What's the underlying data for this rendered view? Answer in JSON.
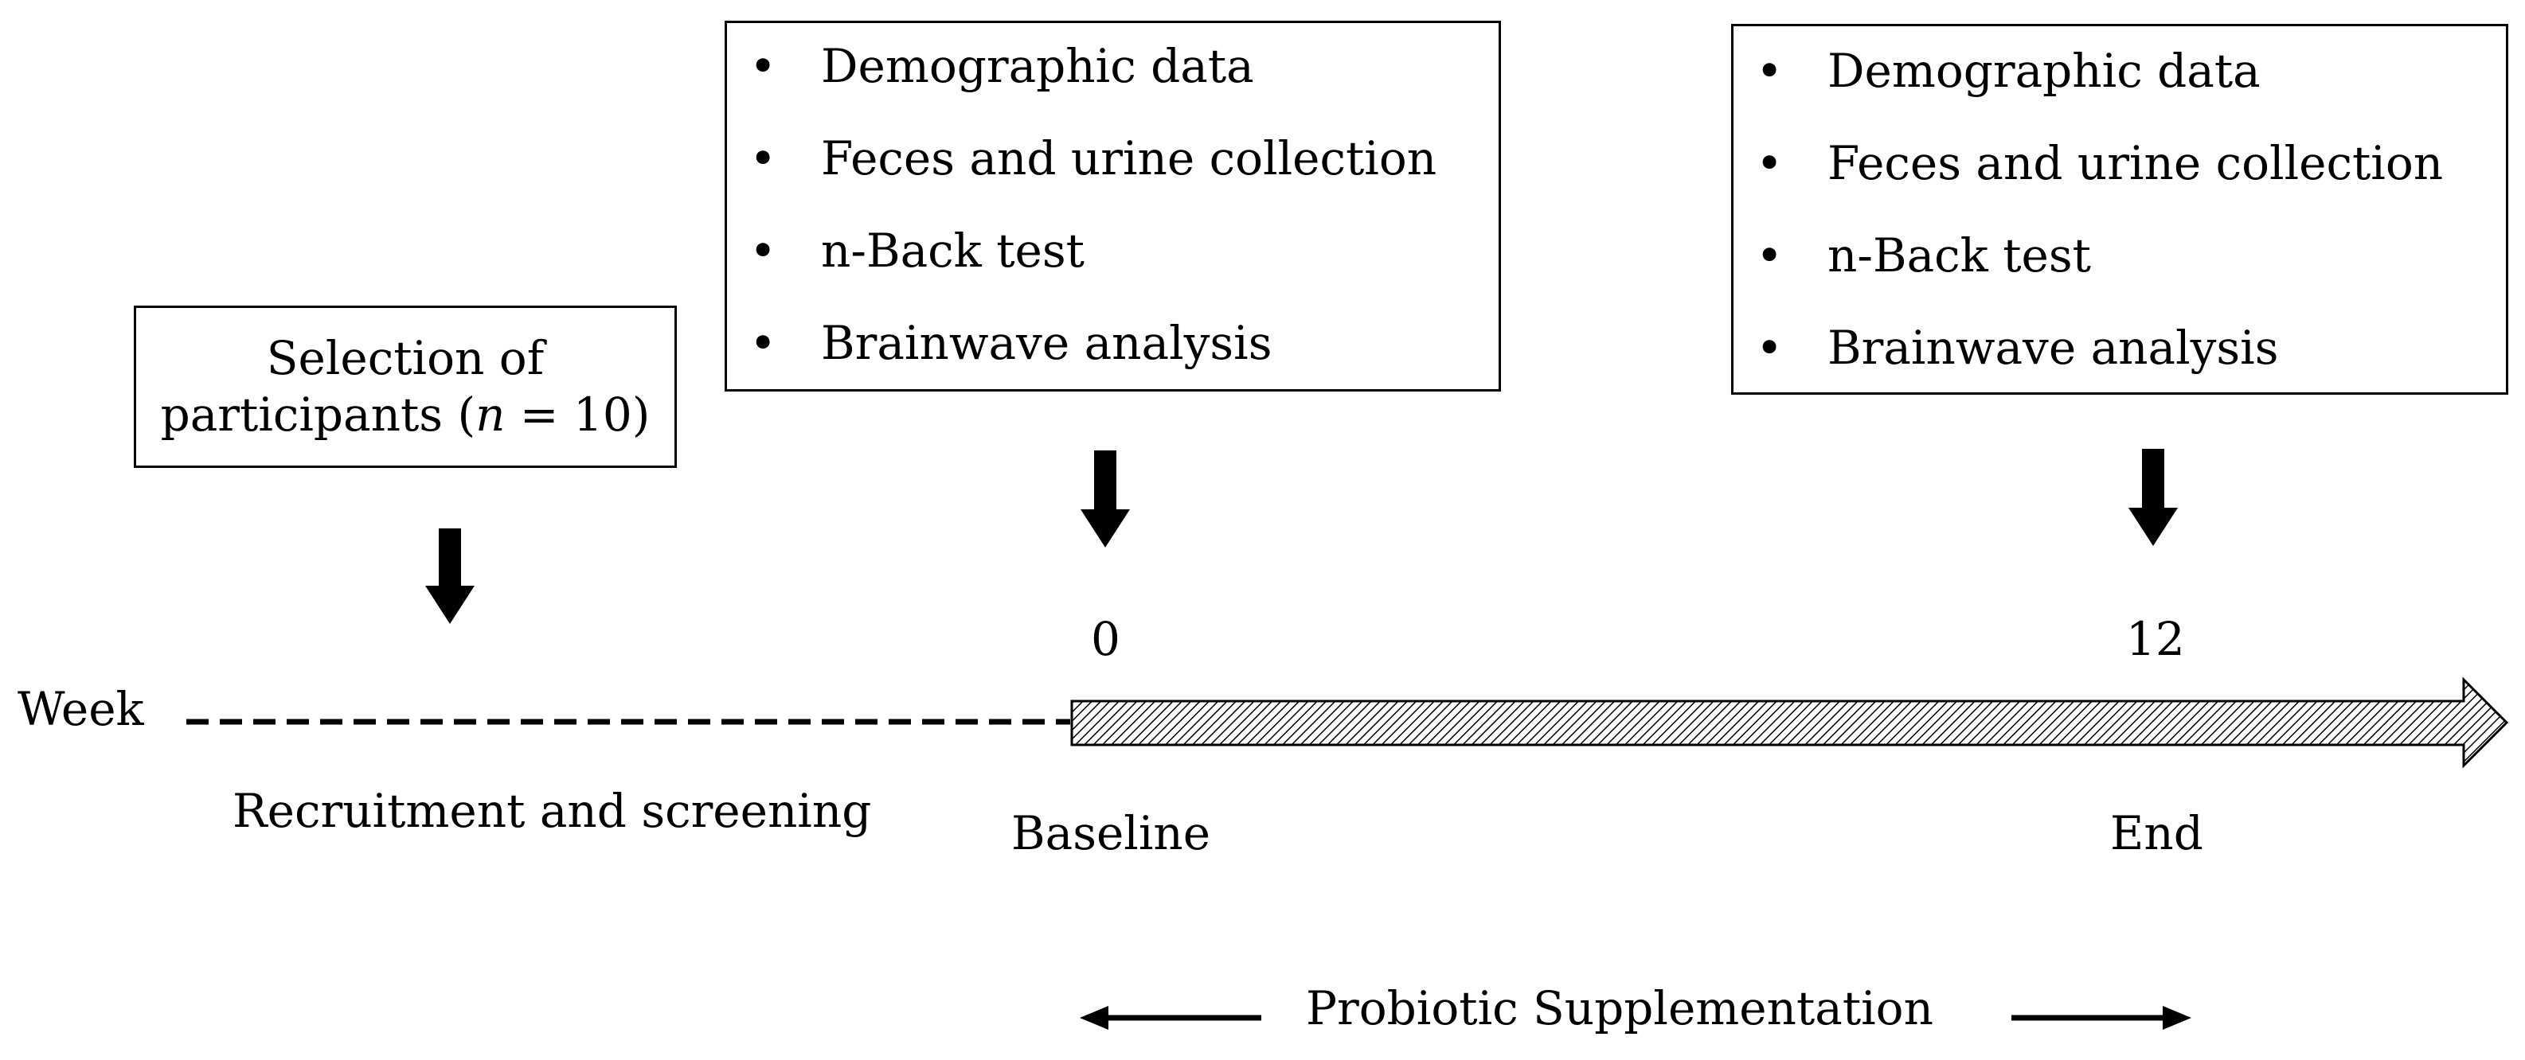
{
  "selection": {
    "line1": "Selection of",
    "line2_pre": "participants (",
    "line2_n": "n",
    "line2_post": " = 10)"
  },
  "baseline_box": {
    "items": [
      "Demographic data",
      "Feces and urine collection",
      "n-Back test",
      "Brainwave analysis"
    ]
  },
  "end_box": {
    "items": [
      "Demographic data",
      "Feces and urine collection",
      "n-Back test",
      "Brainwave analysis"
    ]
  },
  "bullet_glyph": "•",
  "timeline": {
    "axis_label": "Week",
    "recruitment_label": "Recruitment and screening",
    "start_week": "0",
    "end_week": "12",
    "start_label": "Baseline",
    "end_label": "End",
    "period_label": "Probiotic Supplementation"
  }
}
